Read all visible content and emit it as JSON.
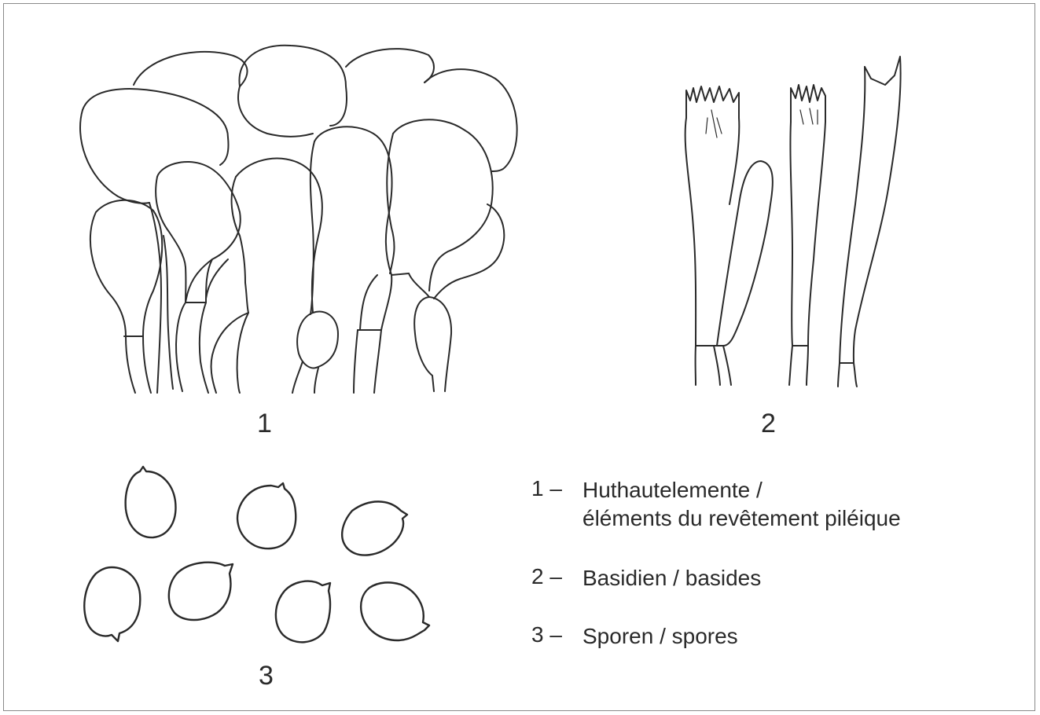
{
  "figures": [
    {
      "number": "1"
    },
    {
      "number": "2"
    },
    {
      "number": "3"
    }
  ],
  "legend": [
    {
      "number": "1 –",
      "lines": [
        "Huthautelemente /",
        "éléments du revêtement piléique"
      ]
    },
    {
      "number": "2 –",
      "lines": [
        "Basidien / basides"
      ]
    },
    {
      "number": "3 –",
      "lines": [
        "Sporen / spores"
      ]
    }
  ],
  "colors": {
    "ink": "#2a2a2a",
    "frame": "#8a8a8a",
    "background": "#ffffff"
  }
}
